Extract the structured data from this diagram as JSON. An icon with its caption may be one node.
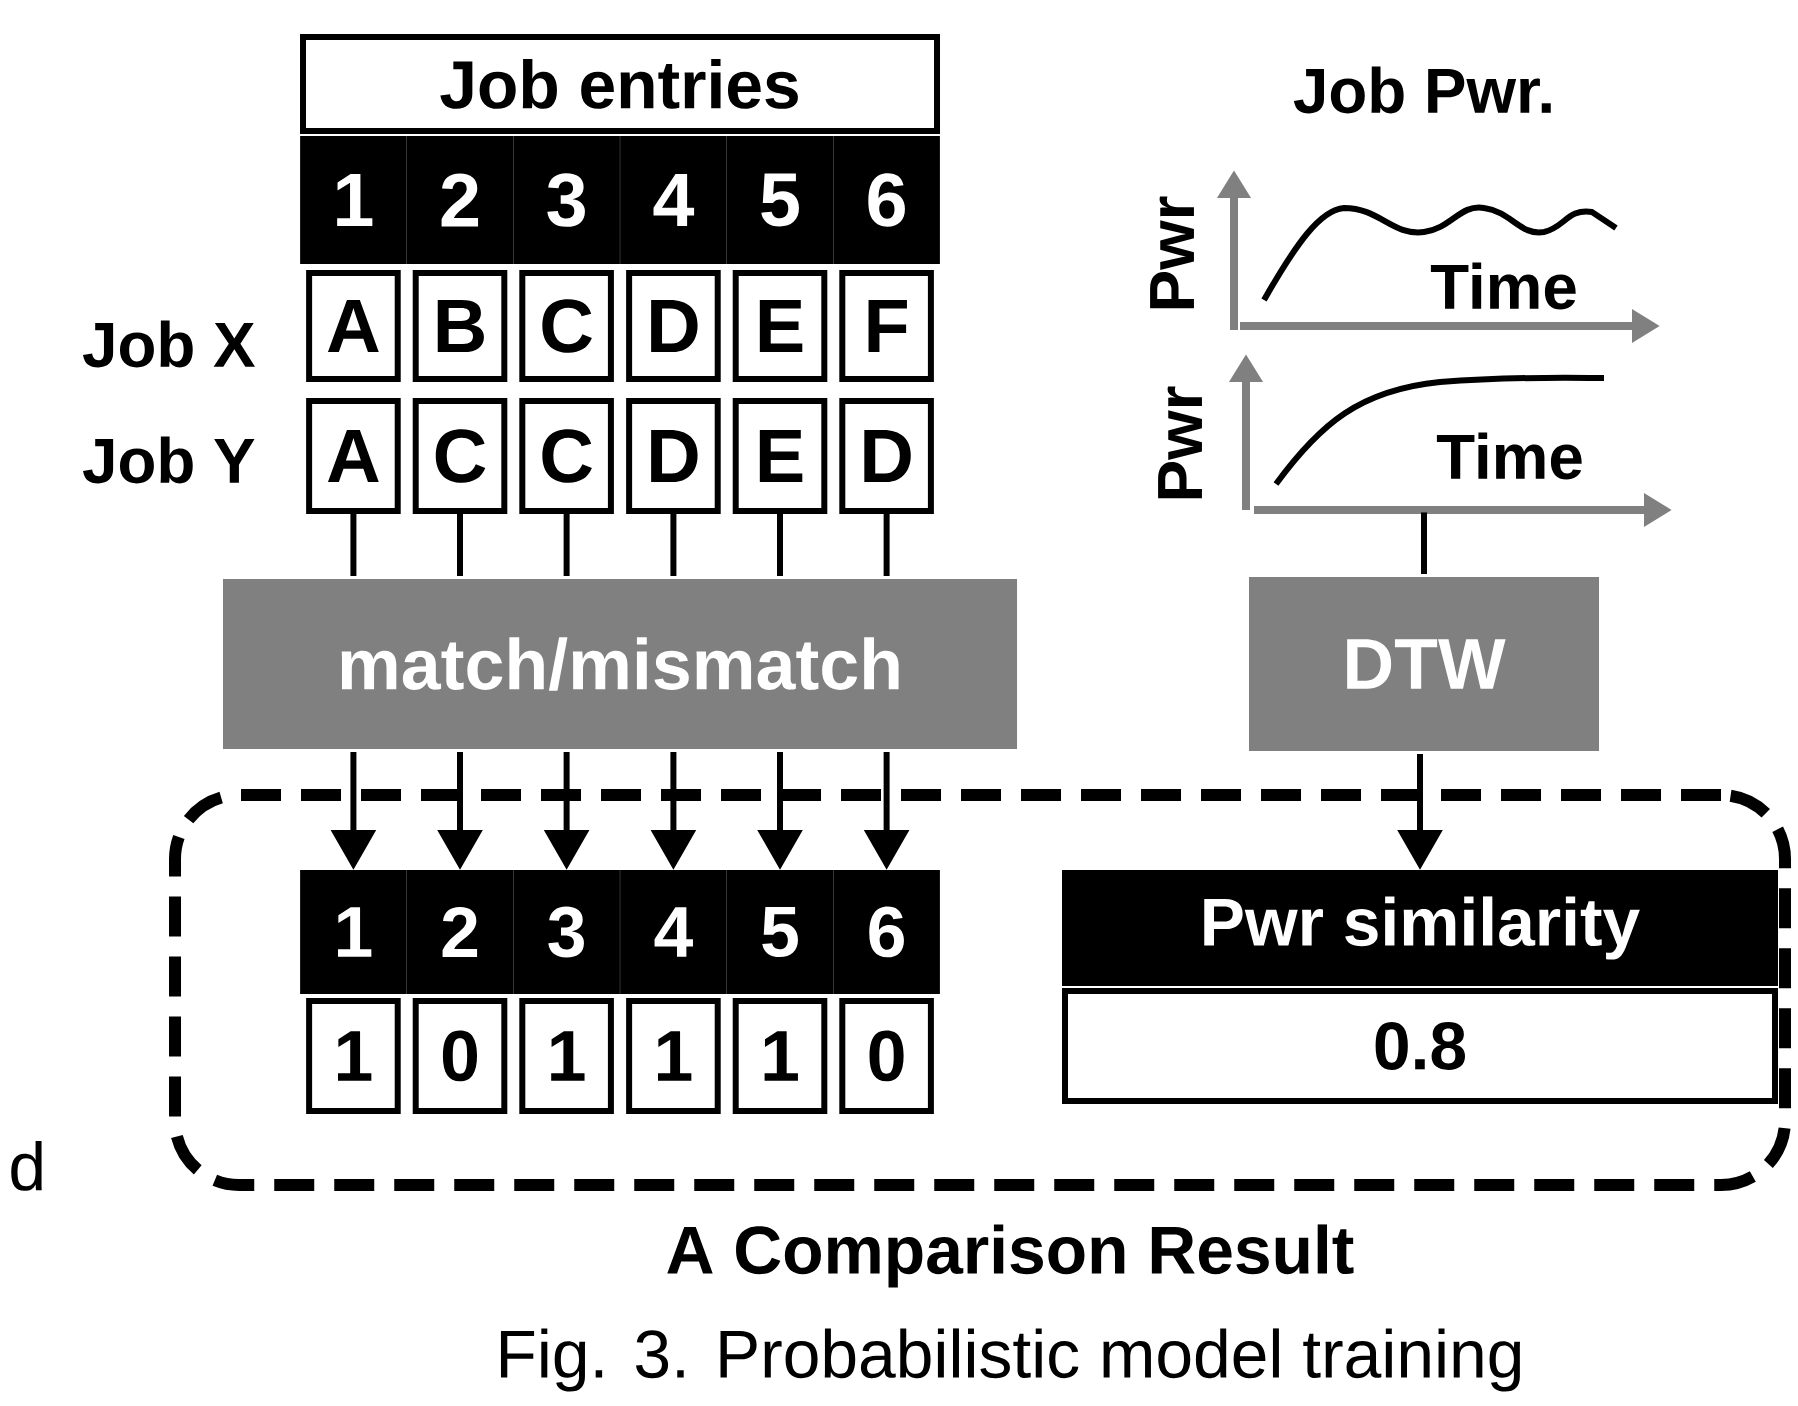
{
  "diagram": {
    "caption": "Fig. 3. Probabilistic model training",
    "nodes": [
      {
        "text": [
          "Job entries"
        ]
      },
      {
        "text": [
          "1"
        ]
      },
      {
        "text": [
          "2"
        ]
      },
      {
        "text": [
          "3"
        ]
      },
      {
        "text": [
          "4"
        ]
      },
      {
        "text": [
          "5"
        ]
      },
      {
        "text": [
          "6"
        ]
      },
      {
        "text": [
          "A"
        ]
      },
      {
        "text": [
          "B"
        ]
      },
      {
        "text": [
          "C"
        ]
      },
      {
        "text": [
          "D"
        ]
      },
      {
        "text": [
          "E"
        ]
      },
      {
        "text": [
          "F"
        ]
      },
      {
        "text": [
          "A"
        ]
      },
      {
        "text": [
          "C"
        ]
      },
      {
        "text": [
          "C"
        ]
      },
      {
        "text": [
          "D"
        ]
      },
      {
        "text": [
          "E"
        ]
      },
      {
        "text": [
          "D"
        ]
      },
      {
        "text": [
          "match/mismatch"
        ]
      },
      {
        "text": [
          "Pwr",
          "Time"
        ]
      },
      {
        "text": [
          "Pwr",
          "Time"
        ]
      },
      {
        "text": [
          "DTW"
        ]
      },
      {
        "text": [
          "A Comparison Result"
        ]
      },
      {
        "text": [
          "1"
        ],
        "in": 23
      },
      {
        "text": [
          "2"
        ],
        "in": 23
      },
      {
        "text": [
          "3"
        ],
        "in": 23
      },
      {
        "text": [
          "4"
        ],
        "in": 23
      },
      {
        "text": [
          "5"
        ],
        "in": 23
      },
      {
        "text": [
          "6"
        ],
        "in": 23
      },
      {
        "text": [
          "1"
        ],
        "in": 23
      },
      {
        "text": [
          "0"
        ],
        "in": 23
      },
      {
        "text": [
          "1"
        ],
        "in": 23
      },
      {
        "text": [
          "1"
        ],
        "in": 23
      },
      {
        "text": [
          "1"
        ],
        "in": 23
      },
      {
        "text": [
          "0"
        ],
        "in": 23
      },
      {
        "text": [
          "Pwr similarity"
        ],
        "in": 23
      },
      {
        "text": [
          "0.8"
        ],
        "in": 23
      }
    ],
    "edges": [
      {
        "from": 13,
        "to": 19,
        "arrow": "none"
      },
      {
        "from": 14,
        "to": 19,
        "arrow": "none"
      },
      {
        "from": 15,
        "to": 19,
        "arrow": "none"
      },
      {
        "from": 16,
        "to": 19,
        "arrow": "none"
      },
      {
        "from": 17,
        "to": 19,
        "arrow": "none"
      },
      {
        "from": 18,
        "to": 19,
        "arrow": "none"
      },
      {
        "from": 19,
        "to": 24,
        "arrow": "to"
      },
      {
        "from": 19,
        "to": 25,
        "arrow": "to"
      },
      {
        "from": 19,
        "to": 26,
        "arrow": "to"
      },
      {
        "from": 19,
        "to": 27,
        "arrow": "to"
      },
      {
        "from": 19,
        "to": 28,
        "arrow": "to"
      },
      {
        "from": 19,
        "to": 29,
        "arrow": "to"
      },
      {
        "from": 21,
        "to": 22,
        "arrow": "none"
      },
      {
        "from": 22,
        "to": 36,
        "arrow": "to"
      }
    ],
    "labels": [
      "Job X",
      "Job Y",
      "Job Pwr.",
      "d"
    ]
  }
}
